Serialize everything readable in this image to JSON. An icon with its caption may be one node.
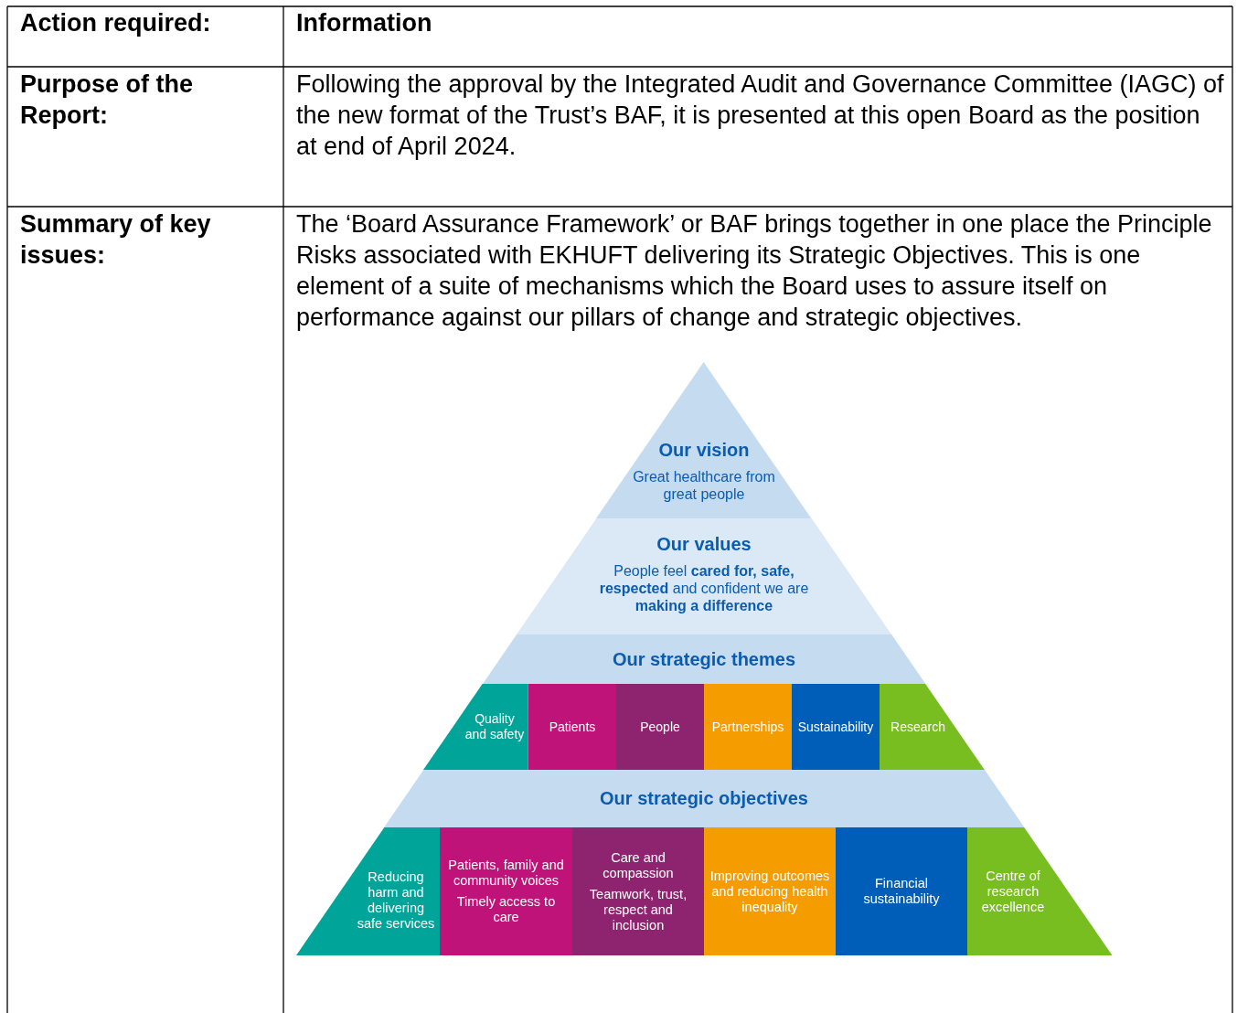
{
  "diagram": {
    "nodes": [
      {
        "text": [
          "Our vision",
          "Great healthcare from great people"
        ]
      },
      {
        "text": [
          "Our values",
          "People feel **cared for, safe, respected** and confident we are **making a difference**"
        ]
      },
      {
        "text": [
          "Our strategic themes"
        ]
      },
      {
        "text": [
          "Quality and safety"
        ]
      },
      {
        "text": [
          "Patients"
        ]
      },
      {
        "text": [
          "People"
        ]
      },
      {
        "text": [
          "Partnerships"
        ]
      },
      {
        "text": [
          "Sustainability"
        ]
      },
      {
        "text": [
          "Research"
        ]
      },
      {
        "text": [
          "Our strategic objectives"
        ]
      },
      {
        "text": [
          "Reducing harm and delivering safe services"
        ]
      },
      {
        "text": [
          "Patients, family and community voices",
          "Timely access to care"
        ]
      },
      {
        "text": [
          "Care and compassion",
          "Teamwork, trust, respect and inclusion"
        ]
      },
      {
        "text": [
          "Improving outcomes and reducing health inequality"
        ]
      },
      {
        "text": [
          "Financial sustainability"
        ]
      },
      {
        "text": [
          "Centre of research excellence"
        ]
      }
    ],
    "labels": [
      "Action required:",
      "Information",
      "Purpose of the Report:",
      "Following the approval by the Integrated Audit and Governance Committee (IAGC) of the new format of the Trust’s BAF, it is presented at this open Board as the position at end of April 2024.",
      "Summary of key issues:",
      "The ‘Board Assurance Framework’ or BAF brings together in one place the Principle Risks associated with EKHUFT delivering its Strategic Objectives. This is one element of a suite of mechanisms which the Board uses to assure itself on performance against our pillars of change and strategic objectives."
    ]
  }
}
